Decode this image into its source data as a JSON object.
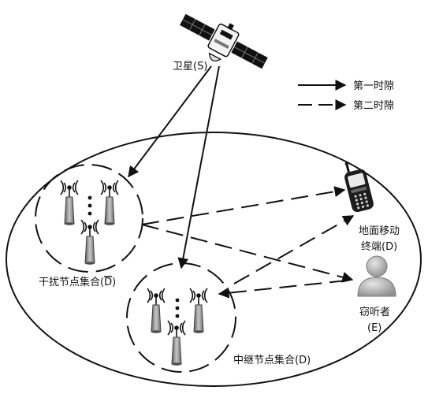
{
  "labels": {
    "satellite": "卫星(S)",
    "interference_set_prefix": "干扰节点集合(",
    "interference_set_symbol": "D",
    "interference_set_suffix": ")",
    "relay_set": "中继节点集合(D)",
    "mobile_line1": "地面移动",
    "mobile_line2": "终端(D)",
    "eavesdropper_line1": "窃听者",
    "eavesdropper_line2": "(E)"
  },
  "legend": {
    "first": "第一时隙",
    "second": "第二时隙"
  },
  "colors": {
    "line": "#111111",
    "tower": "#8c8c8c",
    "person": "#a9a9a9"
  }
}
